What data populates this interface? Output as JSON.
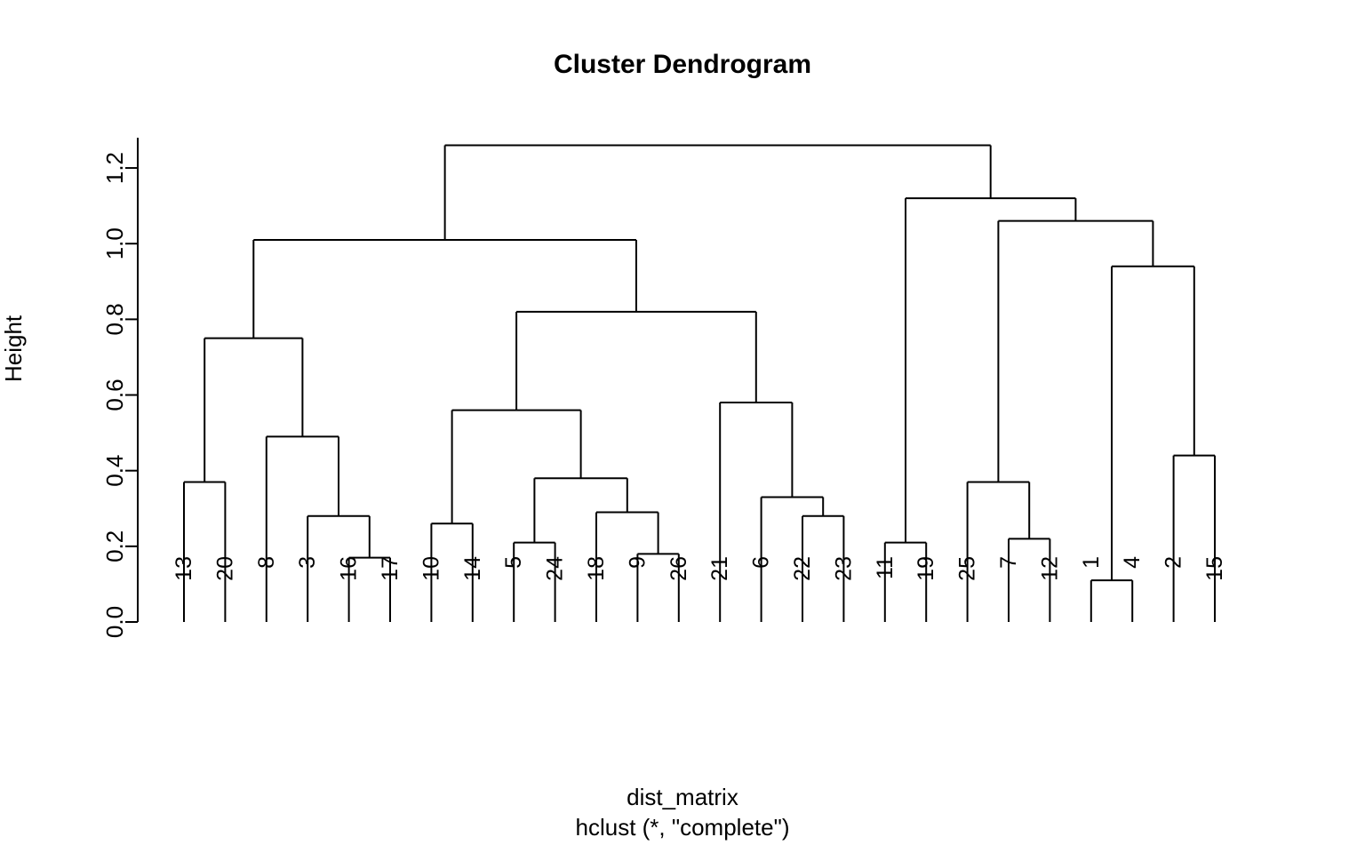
{
  "title": "Cluster Dendrogram",
  "ylabel": "Height",
  "xlabel_line1": "dist_matrix",
  "xlabel_line2": "hclust (*, \"complete\")",
  "axis": {
    "tick_labels": [
      "0.0",
      "0.2",
      "0.4",
      "0.6",
      "0.8",
      "1.0",
      "1.2"
    ],
    "tick_values": [
      0.0,
      0.2,
      0.4,
      0.6,
      0.8,
      1.0,
      1.2
    ],
    "ymin": 0.0,
    "ymax": 1.28
  },
  "chart_data": {
    "type": "dendrogram",
    "title": "Cluster Dendrogram",
    "xlabel": "dist_matrix\nhclust (*, \"complete\")",
    "ylabel": "Height",
    "ylim": [
      0.0,
      1.28
    ],
    "grid": false,
    "linkage": "complete",
    "distance_object": "dist_matrix",
    "n_leaves": 26,
    "leaf_order": [
      "13",
      "20",
      "8",
      "3",
      "16",
      "17",
      "10",
      "14",
      "5",
      "24",
      "18",
      "9",
      "26",
      "21",
      "6",
      "22",
      "23",
      "11",
      "19",
      "25",
      "7",
      "12",
      "1",
      "4",
      "2",
      "15"
    ],
    "yticks": [
      0.0,
      0.2,
      0.4,
      0.6,
      0.8,
      1.0,
      1.2
    ],
    "ytick_labels": [
      "0.0",
      "0.2",
      "0.4",
      "0.6",
      "0.8",
      "1.0",
      "1.2"
    ],
    "merges": [
      {
        "id": "m1",
        "left": "1",
        "right": "4",
        "height": 0.11
      },
      {
        "id": "m2",
        "left": "16",
        "right": "17",
        "height": 0.17
      },
      {
        "id": "m3",
        "left": "9",
        "right": "26",
        "height": 0.18
      },
      {
        "id": "m4",
        "left": "5",
        "right": "24",
        "height": 0.21
      },
      {
        "id": "m5",
        "left": "11",
        "right": "19",
        "height": 0.21
      },
      {
        "id": "m6",
        "left": "7",
        "right": "12",
        "height": 0.22
      },
      {
        "id": "m7",
        "left": "10",
        "right": "14",
        "height": 0.26
      },
      {
        "id": "m8",
        "left": "3",
        "right": "m2",
        "height": 0.28
      },
      {
        "id": "m9",
        "left": "22",
        "right": "23",
        "height": 0.28
      },
      {
        "id": "m10",
        "left": "18",
        "right": "m3",
        "height": 0.29
      },
      {
        "id": "m11",
        "left": "6",
        "right": "m9",
        "height": 0.33
      },
      {
        "id": "m12",
        "left": "13",
        "right": "20",
        "height": 0.37
      },
      {
        "id": "m13",
        "left": "25",
        "right": "m6",
        "height": 0.37
      },
      {
        "id": "m14",
        "left": "m4",
        "right": "m10",
        "height": 0.38
      },
      {
        "id": "m15",
        "left": "2",
        "right": "15",
        "height": 0.44
      },
      {
        "id": "m16",
        "left": "8",
        "right": "m8",
        "height": 0.49
      },
      {
        "id": "m17",
        "left": "m7",
        "right": "m14",
        "height": 0.56
      },
      {
        "id": "m18",
        "left": "21",
        "right": "m11",
        "height": 0.58
      },
      {
        "id": "m19",
        "left": "m12",
        "right": "m16",
        "height": 0.75
      },
      {
        "id": "m20",
        "left": "m17",
        "right": "m18",
        "height": 0.82
      },
      {
        "id": "m21",
        "left": "m1",
        "right": "m15",
        "height": 0.94
      },
      {
        "id": "m22",
        "left": "m19",
        "right": "m20",
        "height": 1.01
      },
      {
        "id": "m23",
        "left": "m13",
        "right": "m21",
        "height": 1.06
      },
      {
        "id": "m24",
        "left": "m5",
        "right": "m23",
        "height": 1.12
      },
      {
        "id": "m25",
        "left": "m22",
        "right": "m24",
        "height": 1.26
      }
    ]
  },
  "colors": {
    "line": "#000000",
    "background": "#ffffff",
    "text": "#000000"
  }
}
